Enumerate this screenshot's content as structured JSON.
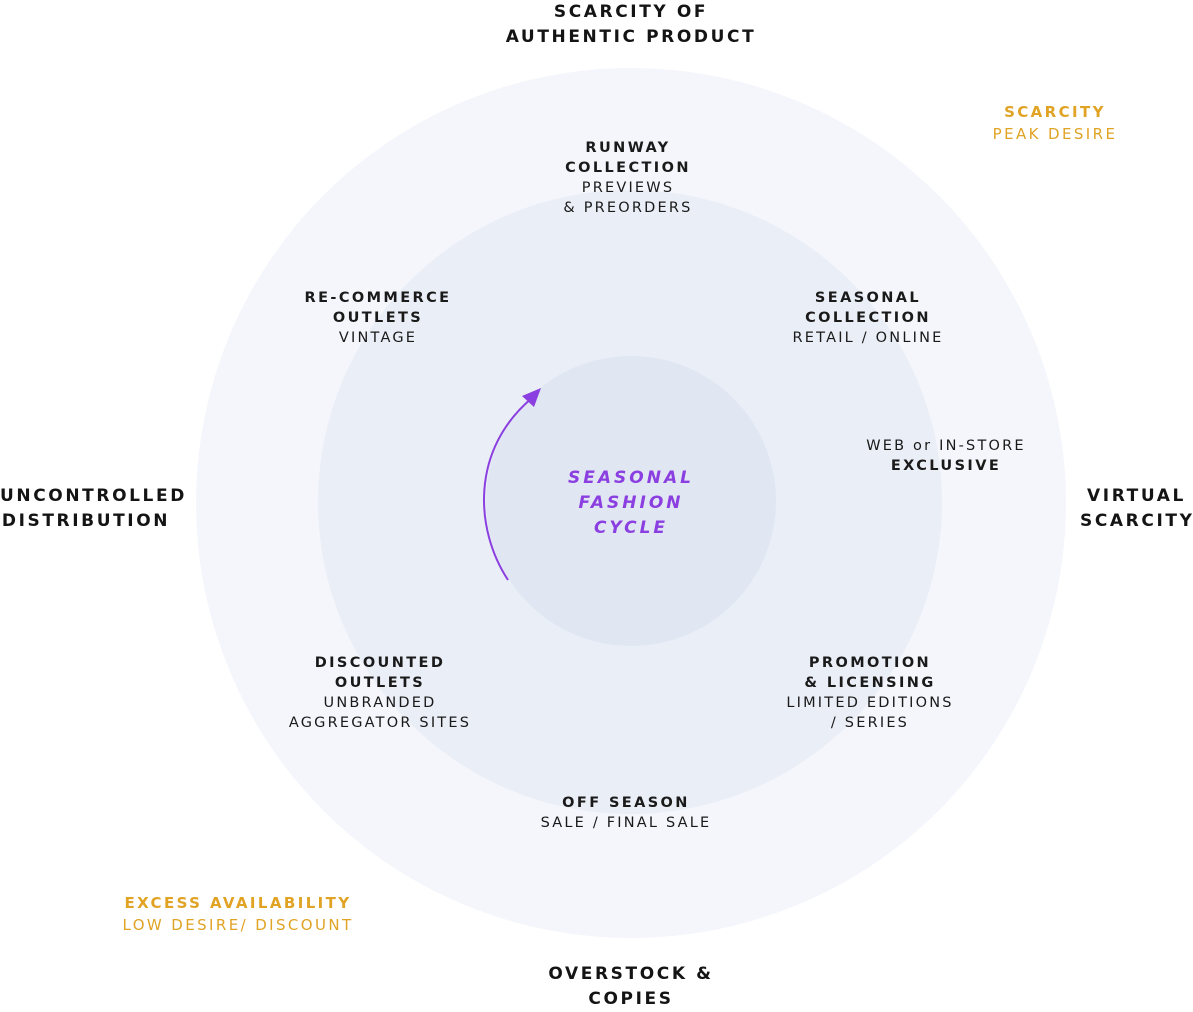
{
  "axes": {
    "top": [
      "SCARCITY OF",
      "AUTHENTIC PRODUCT"
    ],
    "bottom": [
      "OVERSTOCK &",
      "COPIES"
    ],
    "left": [
      "UNCONTROLLED",
      "DISTRIBUTION"
    ],
    "right": [
      "VIRTUAL",
      "SCARCITY"
    ]
  },
  "zones": {
    "scarcity": {
      "title": "SCARCITY",
      "subtitle": "PEAK DESIRE"
    },
    "excess": {
      "title": "EXCESS AVAILABILITY",
      "subtitle": "LOW DESIRE/ DISCOUNT"
    }
  },
  "center": [
    "SEASONAL",
    "FASHION",
    "CYCLE"
  ],
  "stages": {
    "runway": [
      "RUNWAY",
      "COLLECTION",
      "PREVIEWS",
      "& PREORDERS"
    ],
    "seasonal": [
      "SEASONAL",
      "COLLECTION",
      "RETAIL / ONLINE"
    ],
    "exclusive": [
      "WEB or IN-STORE",
      "EXCLUSIVE"
    ],
    "promotion": [
      "PROMOTION",
      "& LICENSING",
      "LIMITED EDITIONS",
      "/ SERIES"
    ],
    "offseason": [
      "OFF SEASON",
      "SALE / FINAL SALE"
    ],
    "discounted": [
      "DISCOUNTED",
      "OUTLETS",
      "UNBRANDED",
      "AGGREGATOR SITES"
    ],
    "recommerce": [
      "RE-COMMERCE",
      "OUTLETS",
      "VINTAGE"
    ]
  },
  "colors": {
    "accent": "#8b3fe0",
    "zone": "#e0a324",
    "outer": "#f4f6fb",
    "middle": "#eaeef6",
    "inner": "#e0e7f3"
  }
}
